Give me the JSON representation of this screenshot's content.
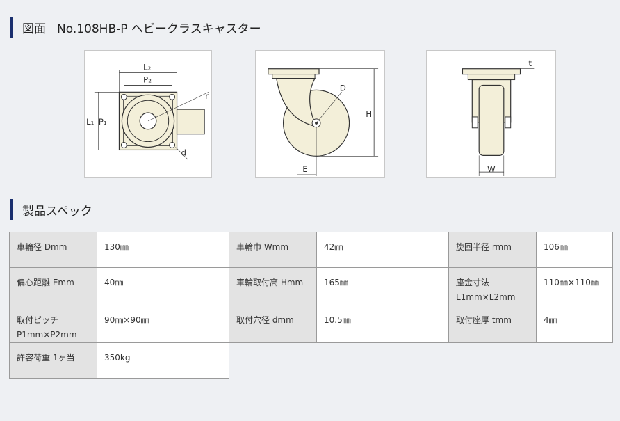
{
  "drawing_section": {
    "title": "図面",
    "product": "No.108HB-P  ヘビークラスキャスター"
  },
  "spec_section": {
    "title": "製品スペック"
  },
  "figures": {
    "top_view": {
      "l2": "L₂",
      "p2": "P₂",
      "l1": "L₁",
      "p1": "P₁",
      "r": "r",
      "d": "d"
    },
    "side_view": {
      "d": "D",
      "h": "H",
      "e": "E"
    },
    "front_view": {
      "t": "t",
      "w": "W"
    }
  },
  "spec_rows": [
    [
      {
        "label": "車輪径 Dmm",
        "value": "130㎜"
      },
      {
        "label": "車輪巾 Wmm",
        "value": "42㎜"
      },
      {
        "label": "旋回半径 rmm",
        "value": "106㎜"
      }
    ],
    [
      {
        "label": "偏心距離 Emm",
        "value": "40㎜"
      },
      {
        "label": "車輪取付高 Hmm",
        "value": "165㎜"
      },
      {
        "label": "座金寸法 L1mm×L2mm",
        "value": "110㎜×110㎜"
      }
    ],
    [
      {
        "label": "取付ピッチ P1mm×P2mm",
        "value": "90㎜×90㎜"
      },
      {
        "label": "取付穴径 dmm",
        "value": "10.5㎜"
      },
      {
        "label": "取付座厚 tmm",
        "value": "4㎜"
      }
    ],
    [
      {
        "label": "許容荷重 1ヶ当",
        "value": "350kg"
      }
    ]
  ]
}
